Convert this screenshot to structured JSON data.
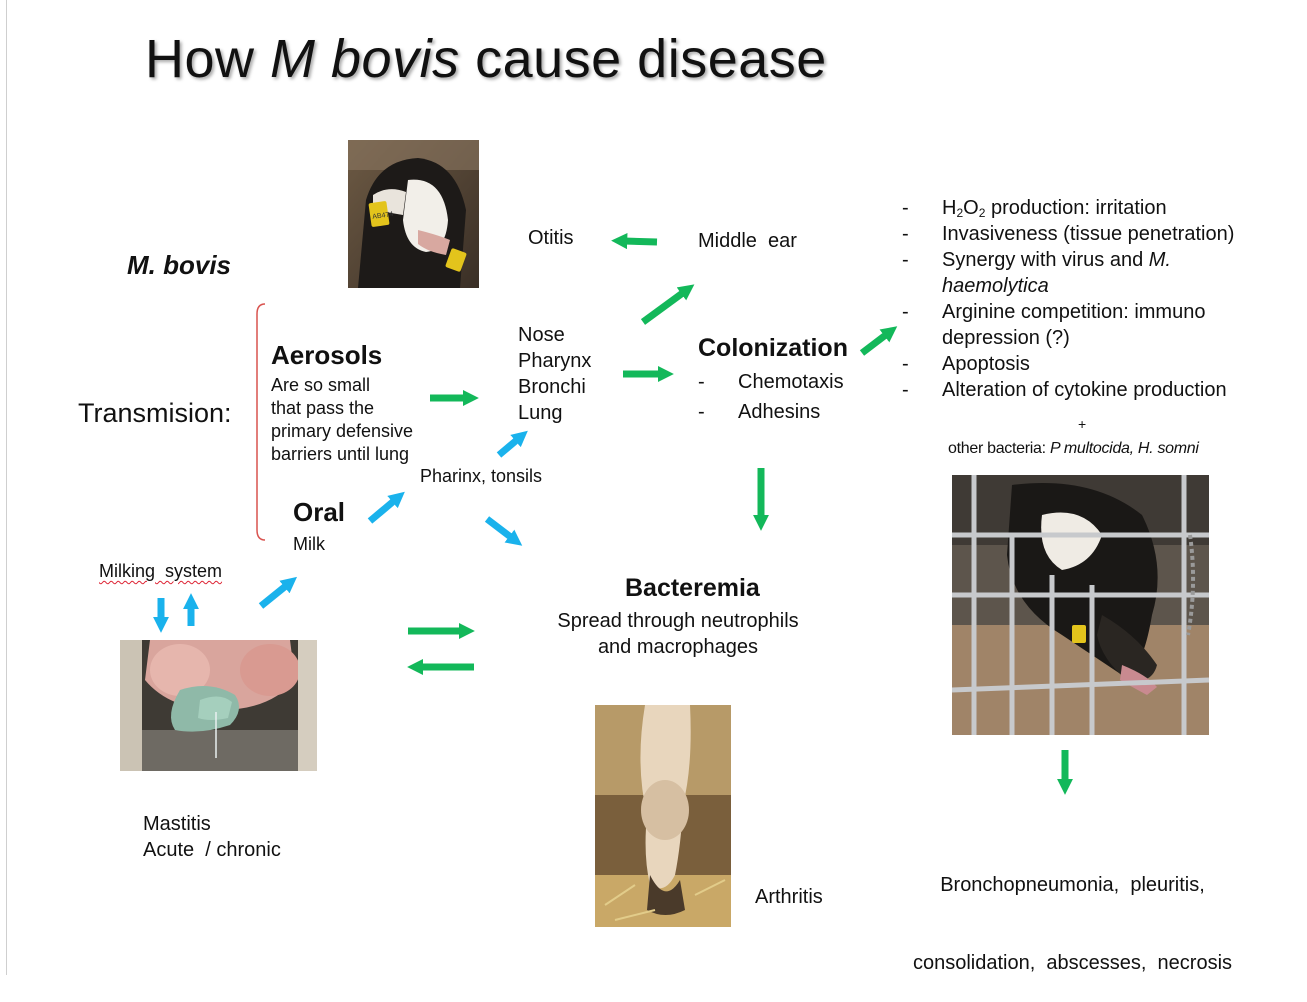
{
  "title": {
    "prefix": "How ",
    "italic": "M bovis",
    "suffix": "  cause disease"
  },
  "agent_label": "M. bovis",
  "transmission_label": "Transmision:",
  "aerosols": {
    "heading": "Aerosols",
    "lines": [
      "Are so small",
      "that pass the",
      "primary defensive",
      "barriers until lung"
    ]
  },
  "oral": {
    "heading": "Oral",
    "sub": "Milk"
  },
  "pharinx_label": "Pharinx, tonsils",
  "airway_sites": [
    "Nose",
    "Pharynx",
    "Bronchi",
    "Lung"
  ],
  "otitis_label": "Otitis",
  "middle_ear_label": "Middle  ear",
  "colonization": {
    "heading": "Colonization",
    "items": [
      "Chemotaxis",
      "Adhesins"
    ]
  },
  "mechanisms": {
    "h2o2_rest": " production:  irritation",
    "items": [
      "Invasiveness  (tissue penetration)",
      "Synergy with virus and",
      "Arginine competition:  immuno depression  (?)",
      "Apoptosis",
      "Alteration  of cytokine production"
    ],
    "synergy_italic": "M. haemolytica",
    "plus": "+",
    "other_bacteria_prefix": "other bacteria: ",
    "other_bacteria_italic": "P multocida, H. somni"
  },
  "milking_system_label": "Milking  system",
  "bacteremia": {
    "heading": "Bacteremia",
    "lines": [
      "Spread through  neutrophils",
      "and macrophages"
    ]
  },
  "mastitis": {
    "line1": "Mastitis",
    "line2": "Acute  / chronic"
  },
  "arthritis_label": "Arthritis",
  "lung_outcome": {
    "line1": "Bronchopneumonia,  pleuritis,",
    "line2": "consolidation,  abscesses,  necrosis"
  },
  "calf_photo": {
    "tag_text": "AB474"
  },
  "colors": {
    "green_arrow": "#13b85a",
    "blue_arrow": "#1ab2ec",
    "bracket": "#d9534f"
  }
}
